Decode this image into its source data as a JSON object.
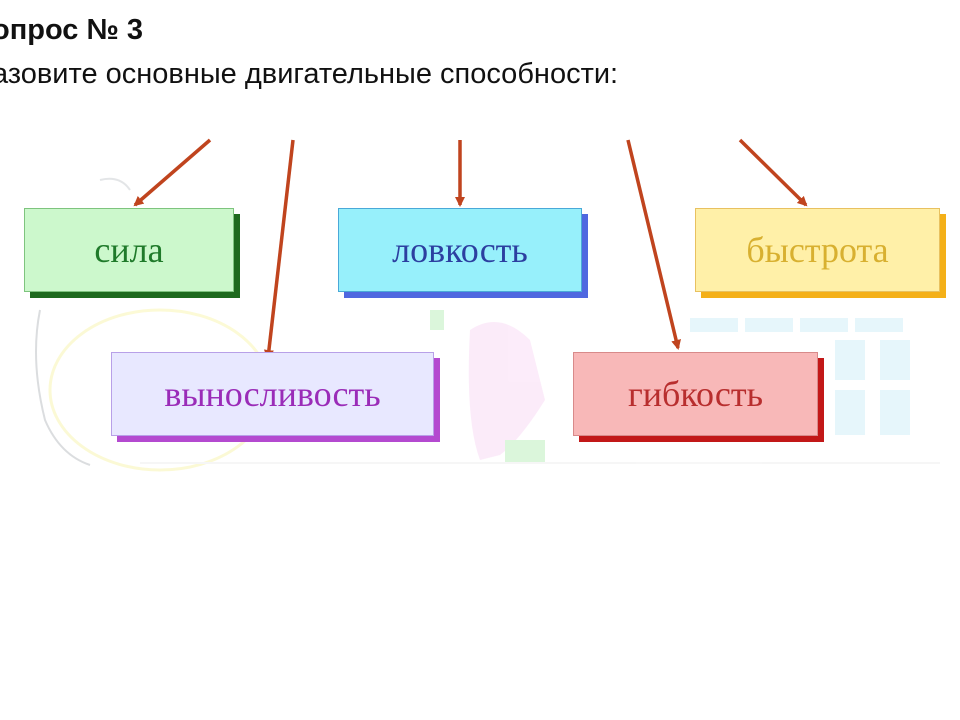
{
  "title": "опрос № 3",
  "question": "азовите основные двигательные способности:",
  "abilities": [
    {
      "label": "сила"
    },
    {
      "label": "ловкость"
    },
    {
      "label": "быстрота"
    },
    {
      "label": "выносливость"
    },
    {
      "label": "гибкость"
    }
  ],
  "colors": {
    "arrow": "#c0441e",
    "sila": "#ccf8cc",
    "lovkost": "#97f0fb",
    "bystrota": "#fff0a8",
    "vynoslivost": "#e8e8ff",
    "gibkost": "#f8b8b8"
  }
}
